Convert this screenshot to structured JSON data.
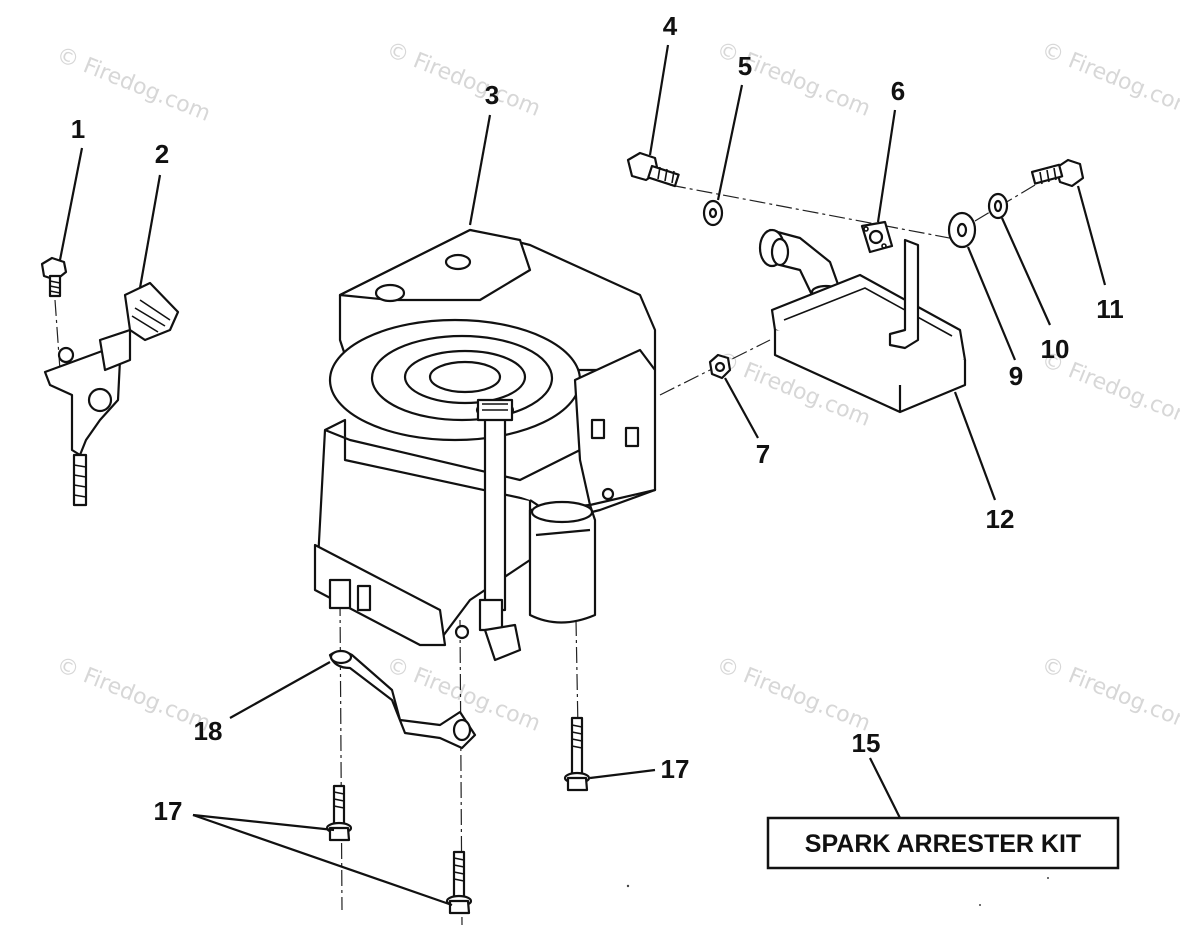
{
  "watermark": "© Firedog.com",
  "callouts": {
    "c1": "1",
    "c2": "2",
    "c3": "3",
    "c4": "4",
    "c5": "5",
    "c6": "6",
    "c7": "7",
    "c9": "9",
    "c10": "10",
    "c11": "11",
    "c12": "12",
    "c15": "15",
    "c17a": "17",
    "c17b": "17",
    "c18": "18"
  },
  "kit_label": "SPARK ARRESTER KIT"
}
